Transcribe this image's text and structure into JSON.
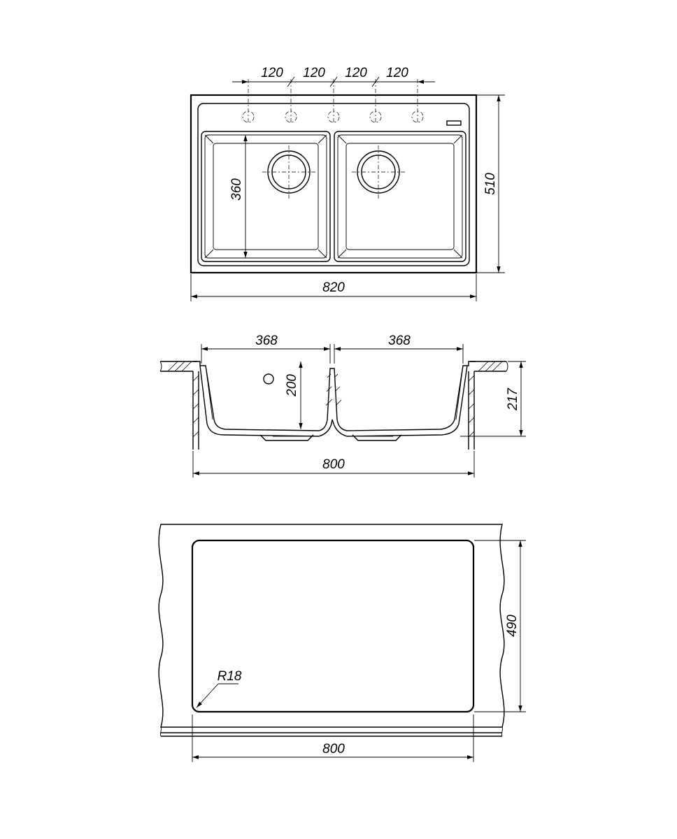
{
  "top_view": {
    "hole_spacing": [
      "120",
      "120",
      "120",
      "120"
    ],
    "width": "820",
    "height": "510",
    "bowl_depth": "360"
  },
  "section_view": {
    "bowl_width_left": "368",
    "bowl_width_right": "368",
    "bowl_depth": "200",
    "total_height": "217",
    "total_width": "800"
  },
  "cutout_view": {
    "width": "800",
    "height": "490",
    "corner_radius": "R18"
  }
}
